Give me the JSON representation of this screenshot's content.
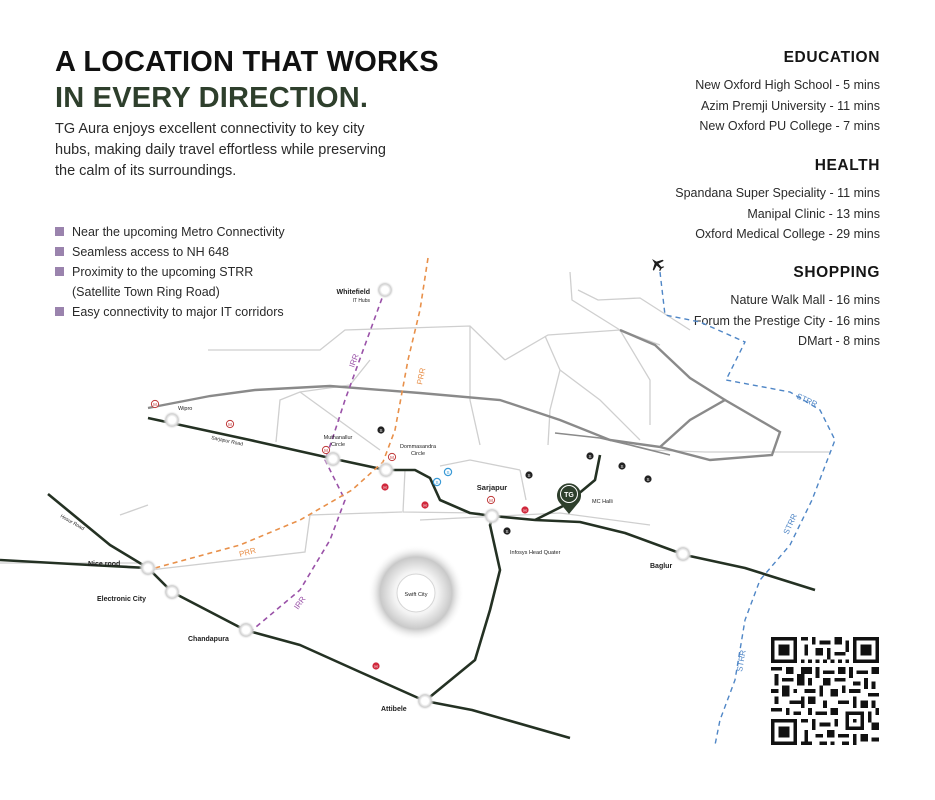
{
  "headline": {
    "line1": "A LOCATION THAT WORKS",
    "line2": "IN EVERY DIRECTION."
  },
  "intro": "TG Aura enjoys excellent connectivity to key city hubs, making daily travel effortless while preserving the calm of its surroundings.",
  "bullets": [
    "Near the upcoming Metro Connectivity",
    "Seamless access to NH 648",
    "Proximity to the upcoming STRR",
    "(Satellite Town Ring Road)",
    "Easy connectivity to major IT corridors"
  ],
  "categories": {
    "education": {
      "title": "EDUCATION",
      "items": [
        "New Oxford High School - 5 mins",
        "Azim Premji University - 11 mins",
        "New Oxford PU College - 7 mins"
      ]
    },
    "health": {
      "title": "HEALTH",
      "items": [
        "Spandana Super Speciality - 11 mins",
        "Manipal Clinic - 13 mins",
        "Oxford Medical College - 29 mins"
      ]
    },
    "shopping": {
      "title": "SHOPPING",
      "items": [
        "Nature Walk Mall - 16 mins",
        "Forum the Prestige City - 16 mins",
        "DMart - 8  mins"
      ]
    }
  },
  "map": {
    "places": {
      "whitefield": "Whitefield",
      "it_hubs": "IT Hubs",
      "wipro": "Wipro",
      "sarjapur_road": "Sarjapur Road",
      "muthanallur": "Muthanallur",
      "muthanallur_circle": "Circle",
      "dommasandra": "Dommasandra",
      "dommasandra_circle": "Circle",
      "sarjapur": "Sarjapur",
      "mc_halli": "MC Halli",
      "infosys": "Infosys Head Quater",
      "hosur_road": "Hosur Road",
      "nice_road": "Nice rood",
      "electronic_city": "Electronic City",
      "chandapura": "Chandapura",
      "swift_city": "Swift City",
      "attibele": "Attibele",
      "baglur": "Baglur"
    },
    "road_labels": {
      "irr": "IRR",
      "prr": "PRR",
      "strr": "STRR"
    },
    "logo_text": "TG",
    "icon_letters": {
      "metro": "M",
      "hospital": "H",
      "school": "S",
      "shop": "S"
    },
    "colors": {
      "major_road": "#243123",
      "minor_road": "#c9c9c9",
      "irr": "#9a52a8",
      "prr": "#e8904a",
      "strr": "#4f86c6",
      "marker": "#2e3f2c",
      "hospital": "#d0283c",
      "school": "#222222",
      "mall": "#3a9ad6",
      "metro_ring": "#c03a3a"
    }
  }
}
